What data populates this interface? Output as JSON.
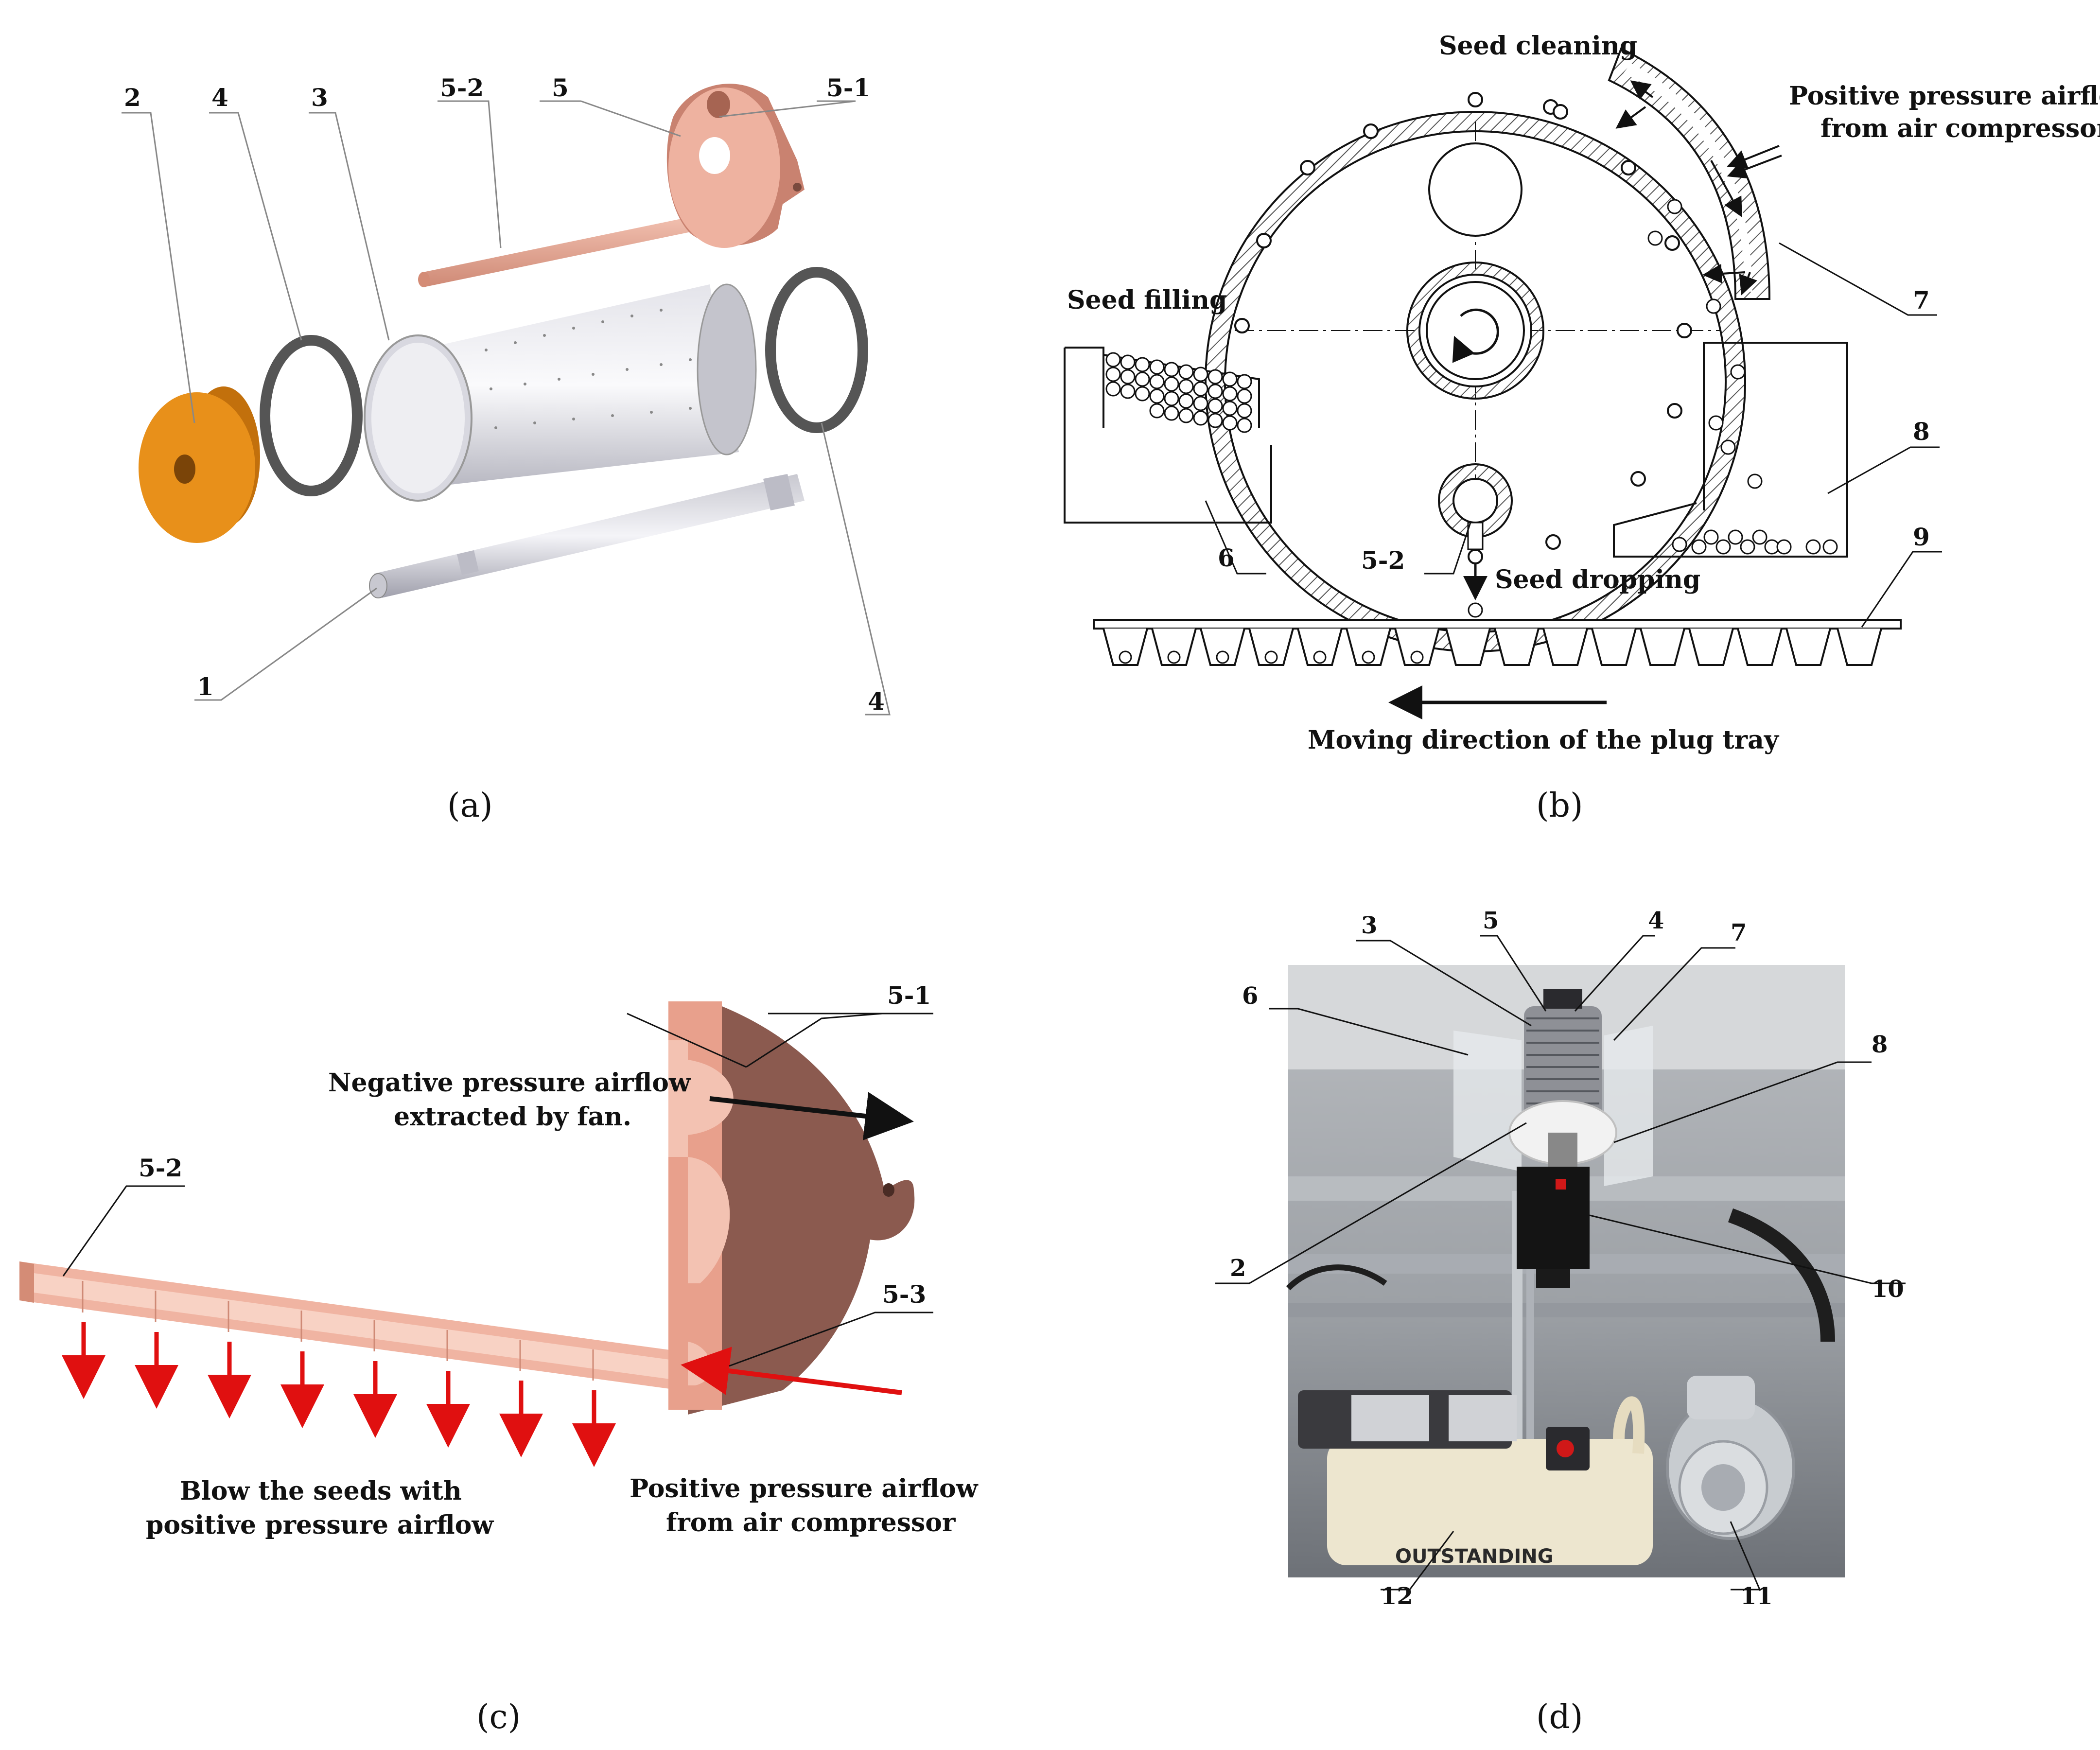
{
  "panels": {
    "a": {
      "caption": "(a)",
      "labels": {
        "l1": "1",
        "l2": "2",
        "l3": "3",
        "l4a": "4",
        "l4b": "4",
        "l5": "5",
        "l51": "5-1",
        "l52": "5-2"
      }
    },
    "b": {
      "caption": "(b)",
      "texts": {
        "seed_cleaning": "Seed cleaning",
        "pos_air_1": "Positive pressure airflow",
        "pos_air_2": "from air compressor",
        "seed_filling": "Seed filling",
        "seed_dropping": "Seed dropping",
        "moving_dir": "Moving direction of the plug tray"
      },
      "labels": {
        "l6": "6",
        "l7": "7",
        "l8": "8",
        "l9": "9",
        "l52": "5-2"
      }
    },
    "c": {
      "caption": "(c)",
      "texts": {
        "neg_air_1": "Negative pressure airflow",
        "neg_air_2": "extracted by fan.",
        "blow_1": "Blow the seeds with",
        "blow_2": "positive pressure airflow",
        "pos_air_1": "Positive pressure airflow",
        "pos_air_2": "from air compressor"
      },
      "labels": {
        "l51": "5-1",
        "l52": "5-2",
        "l53": "5-3"
      }
    },
    "d": {
      "caption": "(d)",
      "brand_text": "OUTSTANDING",
      "labels": {
        "l2": "2",
        "l3": "3",
        "l4": "4",
        "l5": "5",
        "l6": "6",
        "l7": "7",
        "l8": "8",
        "l10": "10",
        "l11": "11",
        "l12": "12"
      }
    }
  },
  "colors": {
    "copper": "#e8a08c",
    "copper_dark": "#8b5a4f",
    "orange": "#e8901a",
    "steel": "#d4d4dc",
    "red_arrow": "#e01010"
  }
}
